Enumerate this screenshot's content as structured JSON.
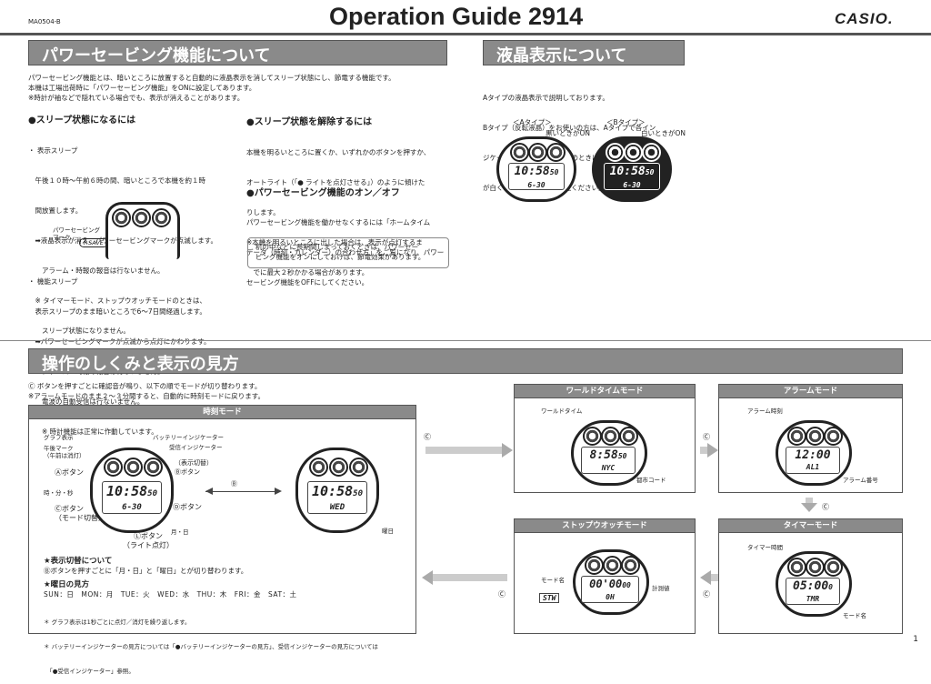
{
  "header": {
    "code": "MA0504-B",
    "title": "Operation Guide 2914",
    "brand": "CASIO."
  },
  "power_saving": {
    "heading": "パワーセービング機能について",
    "intro": [
      "パワーセービング機能とは、暗いところに放置すると自動的に液晶表示を消してスリープ状態にし、節電する機能です。",
      "本機は工場出荷時に「パワーセービング機能」をONに設定してあります。",
      "※時計が袖などで隠れている場合でも、表示が消えることがあります。"
    ],
    "sleep_title": "●スリープ状態になるには",
    "sleep_lines": [
      "・ 表示スリープ",
      "　午後１０時〜午前６時の間、暗いところで本機を約１時",
      "　間放置します。",
      "　➡液晶表示が消え、パワーセービングマークが点滅します。",
      "　　アラーム・時報の報音は行ないません。",
      "　※ タイマーモード、ストップウオッチモードのときは、",
      "　　スリープ状態になりません。"
    ],
    "mark_label": "パワーセービング\nマーク",
    "psave": "P.SAVE",
    "func_lines": [
      "・ 機能スリープ",
      "　表示スリープのまま暗いところで6〜7日間経過します。",
      "　➡パワーセービングマークが点滅から点灯にかわります。",
      "　　アラーム・時報の報音は行ないません。",
      "　　電波の自動受信は行ないません。",
      "　　※ 時計機能は正常に作動しています。"
    ],
    "release_title": "●スリープ状態を解除するには",
    "release_lines": [
      "本機を明るいところに置くか、いずれかのボタンを押すか、",
      "オートライト（「● ライトを点灯させる」）のように傾けた",
      "りします。",
      "※本機を明るいところに出した場合は、表示が点灯するま",
      "　でに最大２秒かかる場合があります。"
    ],
    "onoff_title": "●パワーセービング機能のオン／オフ",
    "onoff_lines": [
      "パワーセービング機能を働かせなくするには「ホームタイム",
      "データ（時刻・カレンダー）の合わせ方」をご覧になり、パワー",
      "セービング機能をOFFにしてください。"
    ],
    "note": "机の中などに長期間しまっておくときは、パワーセー\nビング機能をオンにしておけば、節電効果があります。"
  },
  "lcd_display": {
    "heading": "液晶表示について",
    "lines": [
      "Aタイプの液晶表示で説明しております。",
      "Bタイプ（反転液晶）をお使いの方は、Aタイプで各イン",
      "ジケーター（マーク）がオンのときに黒く点灯するところ",
      "が白くなると置き換えてご覧ください。"
    ],
    "type_a": "＜Aタイプ＞",
    "type_b": "＜Bタイプ＞",
    "a_label": "黒いときがON",
    "b_label": "白いときがON",
    "time": "10:58",
    "sec": "50",
    "date": "6-30"
  },
  "operation": {
    "heading": "操作のしくみと表示の見方",
    "intro": [
      "Ⓒ ボタンを押すごとに確認音が鳴り、以下の順でモードが切り替わります。",
      "※アラームモードのまま２〜３分間すると、自動的に時刻モードに戻ります。"
    ],
    "timekeeping": {
      "title": "時刻モード",
      "labels": [
        "グラフ表示",
        "午後マーク\n（午前は消灯）",
        "Ⓐボタン",
        "時・分・秒",
        "Ⓒボタン\n（モード切替）",
        "バッテリーインジケーター",
        "受信インジケーター",
        "（表示切替）\nⒷボタン",
        "Ⓓボタン",
        "月・日",
        "Ⓛボタン\n（ライト点灯）",
        "Ⓑ",
        "曜日"
      ],
      "time": "10:58",
      "sec": "50",
      "date": "6-30",
      "wed": "WED",
      "toggle_title": "★表示切替について",
      "toggle_text": "Ⓑボタンを押すごとに「月・日」と「曜日」とが切り替わります。",
      "week_title": "★曜日の見方",
      "week_text": "SUN：日　MON：月　TUE：火　WED：水　THU：木　FRI：金　SAT：土",
      "footnotes": [
        "＊ グラフ表示は1秒ごとに点灯／消灯を繰り返します。",
        "＊ バッテリーインジケーターの見方については「●バッテリーインジケーターの見方」、受信インジケーターの見方については",
        "　「●受信インジケーター」参照。"
      ]
    },
    "world": {
      "title": "ワールドタイムモード",
      "label": "ワールドタイム",
      "time": "8:58",
      "sec": "50",
      "city": "NYC",
      "city_label": "都市コード"
    },
    "alarm": {
      "title": "アラームモード",
      "label": "アラーム時刻",
      "time": "12:00",
      "num": "AL1",
      "num_label": "アラーム番号"
    },
    "stopwatch": {
      "title": "ストップウオッチモード",
      "mode_label": "モード名",
      "measure_label": "計測値",
      "time": "00'00",
      "sec": "00",
      "mode": "STW",
      "unit": "0H"
    },
    "timer": {
      "title": "タイマーモード",
      "label": "タイマー時間",
      "time": "05:00",
      "sec": "0",
      "mode": "TMR",
      "mode_label": "モード名"
    },
    "c": "Ⓒ"
  },
  "page_number": "1"
}
